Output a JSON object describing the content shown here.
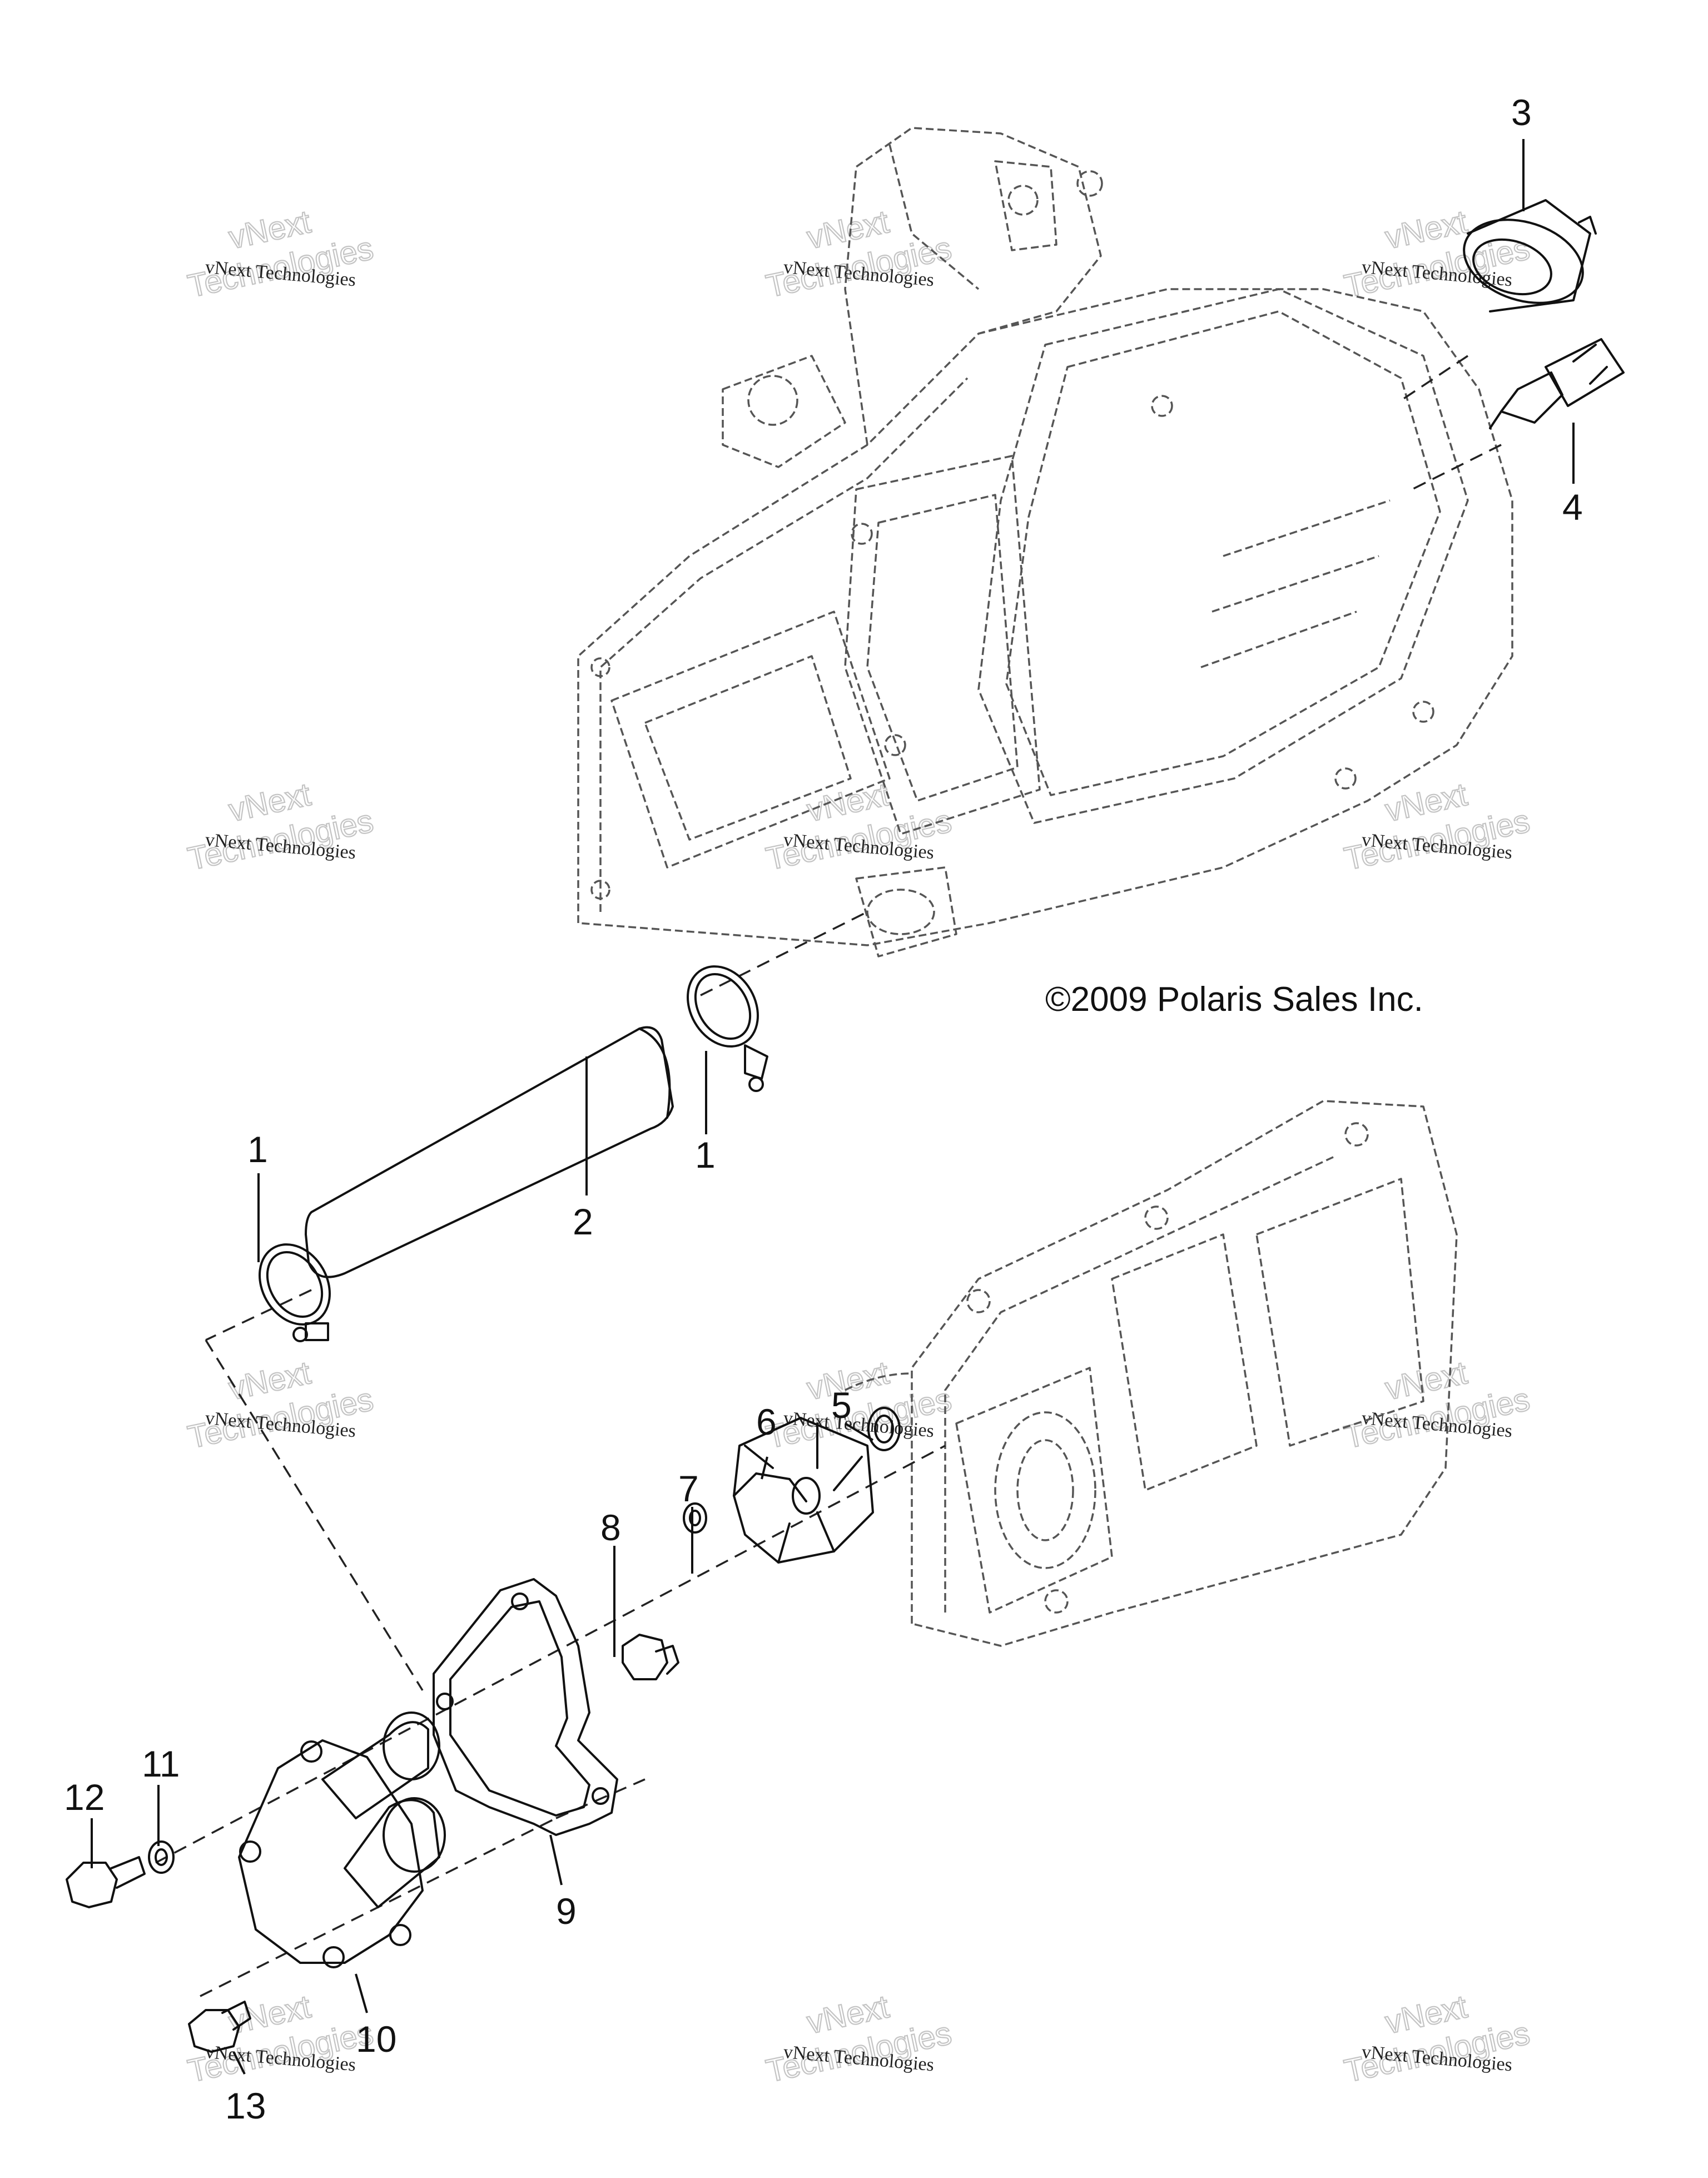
{
  "copyright": "©2009 Polaris Sales Inc.",
  "watermark": {
    "line_small": "vNext Technologies",
    "line_big_1": "vNext",
    "line_big_2": "Technologies"
  },
  "callouts": {
    "c1a": "1",
    "c1b": "1",
    "c2": "2",
    "c3": "3",
    "c4": "4",
    "c5": "5",
    "c6": "6",
    "c7": "7",
    "c8": "8",
    "c9": "9",
    "c10": "10",
    "c11": "11",
    "c12": "12",
    "c13": "13"
  },
  "parts": {
    "1": "hose-clamp",
    "2": "coolant-hose",
    "3": "thermostat-housing",
    "4": "temperature-sensor",
    "5": "water-pump-seal",
    "6": "impeller",
    "7": "washer",
    "8": "impeller-nut",
    "9": "water-pump-gasket",
    "10": "water-pump-cover",
    "11": "washer",
    "12": "flange-bolt",
    "13": "flange-bolt"
  },
  "colors": {
    "line": "#111111",
    "ghost": "#555555",
    "watermark": "#c4c4c4"
  }
}
